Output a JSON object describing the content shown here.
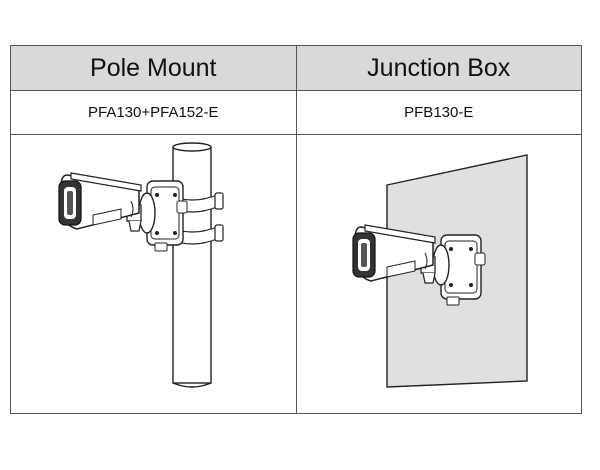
{
  "columns": [
    {
      "header": "Pole Mount",
      "model": "PFA130+PFA152-E",
      "illustration": "camera-on-pole-illustration"
    },
    {
      "header": "Junction Box",
      "model": "PFB130-E",
      "illustration": "camera-on-wall-illustration"
    }
  ],
  "colors": {
    "header_bg": "#d9d9d9",
    "border": "#555555",
    "wall_fill": "#e0e0e0",
    "outline": "#222222"
  }
}
